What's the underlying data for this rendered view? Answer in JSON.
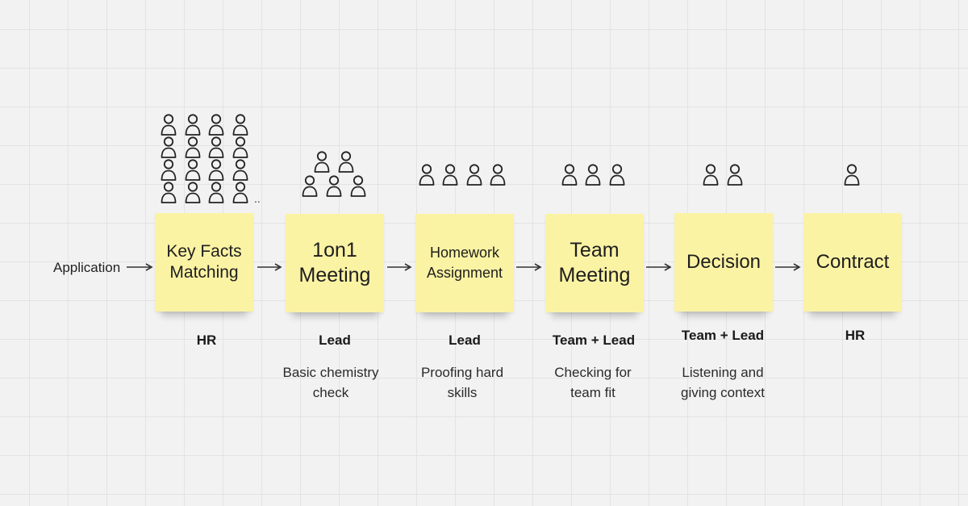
{
  "entry": {
    "label": "Application"
  },
  "steps": [
    {
      "title_lines": [
        "Key Facts",
        "Matching"
      ],
      "role": "HR",
      "desc_lines": []
    },
    {
      "title_lines": [
        "1on1",
        "Meeting"
      ],
      "role": "Lead",
      "desc_lines": [
        "Basic chemistry",
        "check"
      ]
    },
    {
      "title_lines": [
        "Homework",
        "Assignment"
      ],
      "role": "Lead",
      "desc_lines": [
        "Proofing hard",
        "skills"
      ]
    },
    {
      "title_lines": [
        "Team",
        "Meeting"
      ],
      "role": "Team + Lead",
      "desc_lines": [
        "Checking for",
        "team fit"
      ]
    },
    {
      "title_lines": [
        "Decision"
      ],
      "role": "Team + Lead",
      "desc_lines": [
        "Listening and",
        "giving context"
      ]
    },
    {
      "title_lines": [
        "Contract"
      ],
      "role": "HR",
      "desc_lines": []
    }
  ],
  "overflow_marker": "..",
  "colors": {
    "sticky": "#fbf3a4",
    "background": "#f2f2f2",
    "grid": "#e3e3e3",
    "ink": "#1a1a1a"
  },
  "icons": {
    "participant": "person-icon",
    "connector": "arrow-right-icon"
  }
}
